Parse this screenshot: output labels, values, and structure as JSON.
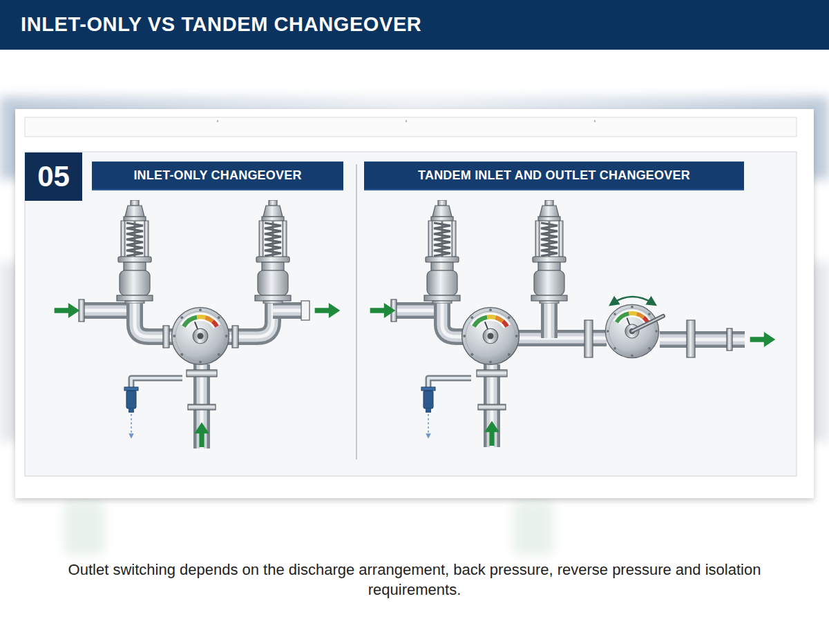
{
  "diagram": {
    "title": "INLET-ONLY VS TANDEM CHANGEOVER",
    "caption": "Outlet switching depends on the discharge arrangement, back pressure, reverse pressure and isolation requirements.",
    "nodes": [
      {
        "text": [
          "05"
        ]
      },
      {
        "text": [
          "INLET-ONLY CHANGEOVER"
        ]
      },
      {
        "text": [
          "TANDEM INLET AND OUTLET CHANGEOVER"
        ]
      }
    ]
  }
}
